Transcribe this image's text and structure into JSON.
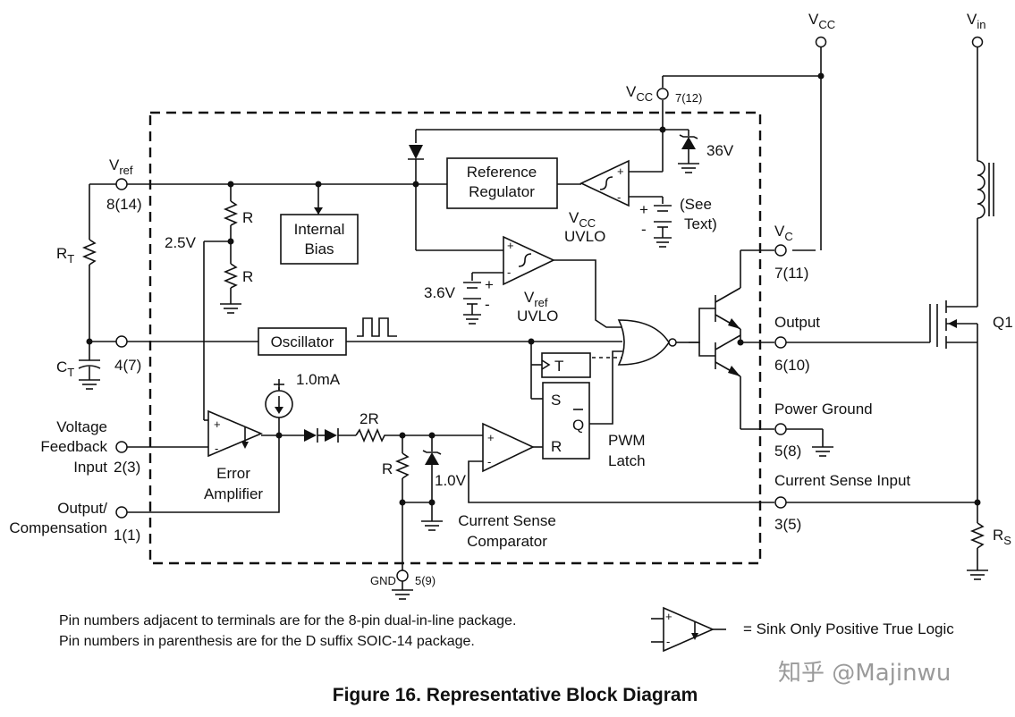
{
  "pins": {
    "vcc_top": {
      "main": "V",
      "sub": "CC"
    },
    "vin": {
      "main": "V",
      "sub": "in"
    },
    "vcc_pin": {
      "main": "V",
      "sub": "CC",
      "number": "7(12)"
    },
    "vref": {
      "main": "V",
      "sub": "ref",
      "number": "8(14)"
    },
    "ct": {
      "main": "C",
      "sub": "T",
      "number": "4(7)"
    },
    "voltage_feedback": {
      "line1": "Voltage",
      "line2": "Feedback",
      "line3": "Input",
      "number": "2(3)"
    },
    "output_comp": {
      "line1": "Output/",
      "line2": "Compensation",
      "number": "1(1)"
    },
    "vc": {
      "main": "V",
      "sub": "C",
      "number": "7(11)"
    },
    "output": {
      "label": "Output",
      "number": "6(10)"
    },
    "power_ground": {
      "label": "Power Ground",
      "number": "5(8)"
    },
    "current_sense": {
      "label": "Current Sense Input",
      "number": "3(5)"
    },
    "gnd": {
      "label": "GND",
      "number": "5(9)"
    }
  },
  "blocks": {
    "reference_regulator": {
      "line1": "Reference",
      "line2": "Regulator"
    },
    "internal_bias": {
      "line1": "Internal",
      "line2": "Bias"
    },
    "oscillator": "Oscillator",
    "vcc_uvlo": {
      "main": "V",
      "sub": "CC",
      "line2": "UVLO"
    },
    "vref_uvlo": {
      "main": "V",
      "sub": "ref",
      "line2": "UVLO"
    },
    "error_amplifier": {
      "line1": "Error",
      "line2": "Amplifier"
    },
    "current_sense_comparator": {
      "line1": "Current Sense",
      "line2": "Comparator"
    },
    "pwm_latch": {
      "line1": "PWM",
      "line2": "Latch",
      "s": "S",
      "r": "R",
      "q": "Q",
      "t": "T"
    }
  },
  "components": {
    "zener_36v": "36V",
    "see_text": {
      "line1": "(See",
      "line2": "Text)"
    },
    "v36_source": "3.6V",
    "r_top": "R",
    "r_bottom": "R",
    "ref_2_5v": "2.5V",
    "current_1ma": "1.0mA",
    "r_2r": "2R",
    "r_sense_div": "R",
    "zener_1v": "1.0V",
    "rt": {
      "main": "R",
      "sub": "T"
    },
    "rs": {
      "main": "R",
      "sub": "S"
    },
    "q1": "Q1",
    "plus": "+",
    "minus": "-"
  },
  "legend": {
    "text": "= Sink Only Positive True Logic"
  },
  "notes": {
    "line1": "Pin numbers adjacent to terminals are for the 8-pin dual-in-line package.",
    "line2": "Pin numbers in parenthesis are for the D suffix SOIC-14 package."
  },
  "caption": "Figure 16. Representative Block Diagram",
  "watermark": "知乎 @Majinwu"
}
